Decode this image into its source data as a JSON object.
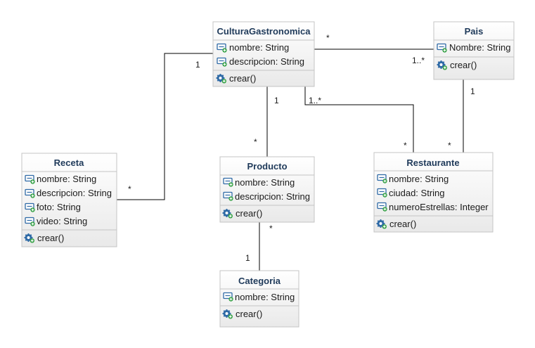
{
  "classes": {
    "cultura": {
      "name": "CulturaGastronomica",
      "attributes": [
        "nombre: String",
        "descripcion: String"
      ],
      "operations": [
        "crear()"
      ]
    },
    "pais": {
      "name": "Pais",
      "attributes": [
        "Nombre: String"
      ],
      "operations": [
        "crear()"
      ]
    },
    "receta": {
      "name": "Receta",
      "attributes": [
        "nombre: String",
        "descripcion: String",
        "foto: String",
        "video: String"
      ],
      "operations": [
        "crear()"
      ]
    },
    "producto": {
      "name": "Producto",
      "attributes": [
        "nombre: String",
        "descripcion: String"
      ],
      "operations": [
        "crear()"
      ]
    },
    "restaurante": {
      "name": "Restaurante",
      "attributes": [
        "nombre: String",
        "ciudad: String",
        "numeroEstrellas: Integer"
      ],
      "operations": [
        "crear()"
      ]
    },
    "categoria": {
      "name": "Categoria",
      "attributes": [
        "nombre: String"
      ],
      "operations": [
        "crear()"
      ]
    }
  },
  "associations": {
    "cultura_pais": {
      "from": "*",
      "to": "1..*"
    },
    "cultura_receta": {
      "from": "1",
      "to": "*"
    },
    "cultura_producto": {
      "from": "1",
      "to": "*"
    },
    "cultura_restaurante": {
      "from": "1..*",
      "to": "*"
    },
    "pais_restaurante": {
      "from": "1",
      "to": "*"
    },
    "producto_categoria": {
      "from": "*",
      "to": "1"
    }
  },
  "icons": {
    "attribute": "attribute-field-icon",
    "operation": "operation-gear-icon"
  },
  "colors": {
    "class_title": "#1f3a5a",
    "box_border": "#c4c4c4",
    "icon_blue": "#2f6aa6",
    "icon_green": "#3aa34a"
  }
}
